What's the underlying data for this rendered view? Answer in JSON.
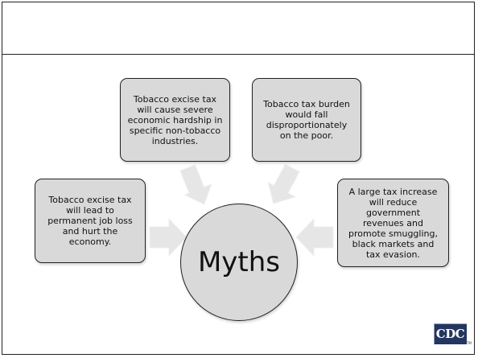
{
  "diagram": {
    "center_label": "Myths",
    "myths": [
      {
        "id": "box-1",
        "text": "Tobacco excise tax\nwill cause severe\neconomic hardship in\nspecific non-tobacco\nindustries."
      },
      {
        "id": "box-2",
        "text": "Tobacco tax burden\nwould fall\ndisproportionately\non the poor."
      },
      {
        "id": "box-3",
        "text": "Tobacco excise tax\nwill lead to\npermanent job loss\nand hurt the\neconomy."
      },
      {
        "id": "box-4",
        "text": "A large tax increase\nwill reduce\ngovernment\nrevenues and\npromote smuggling,\nblack markets and\ntax evasion."
      }
    ]
  },
  "logo": {
    "text": "CDC",
    "trademark": "TM",
    "color": "#23365f"
  },
  "colors": {
    "shape_fill": "#d9d9d9",
    "arrow_fill": "#e6e6e6",
    "outline": "#222222"
  }
}
